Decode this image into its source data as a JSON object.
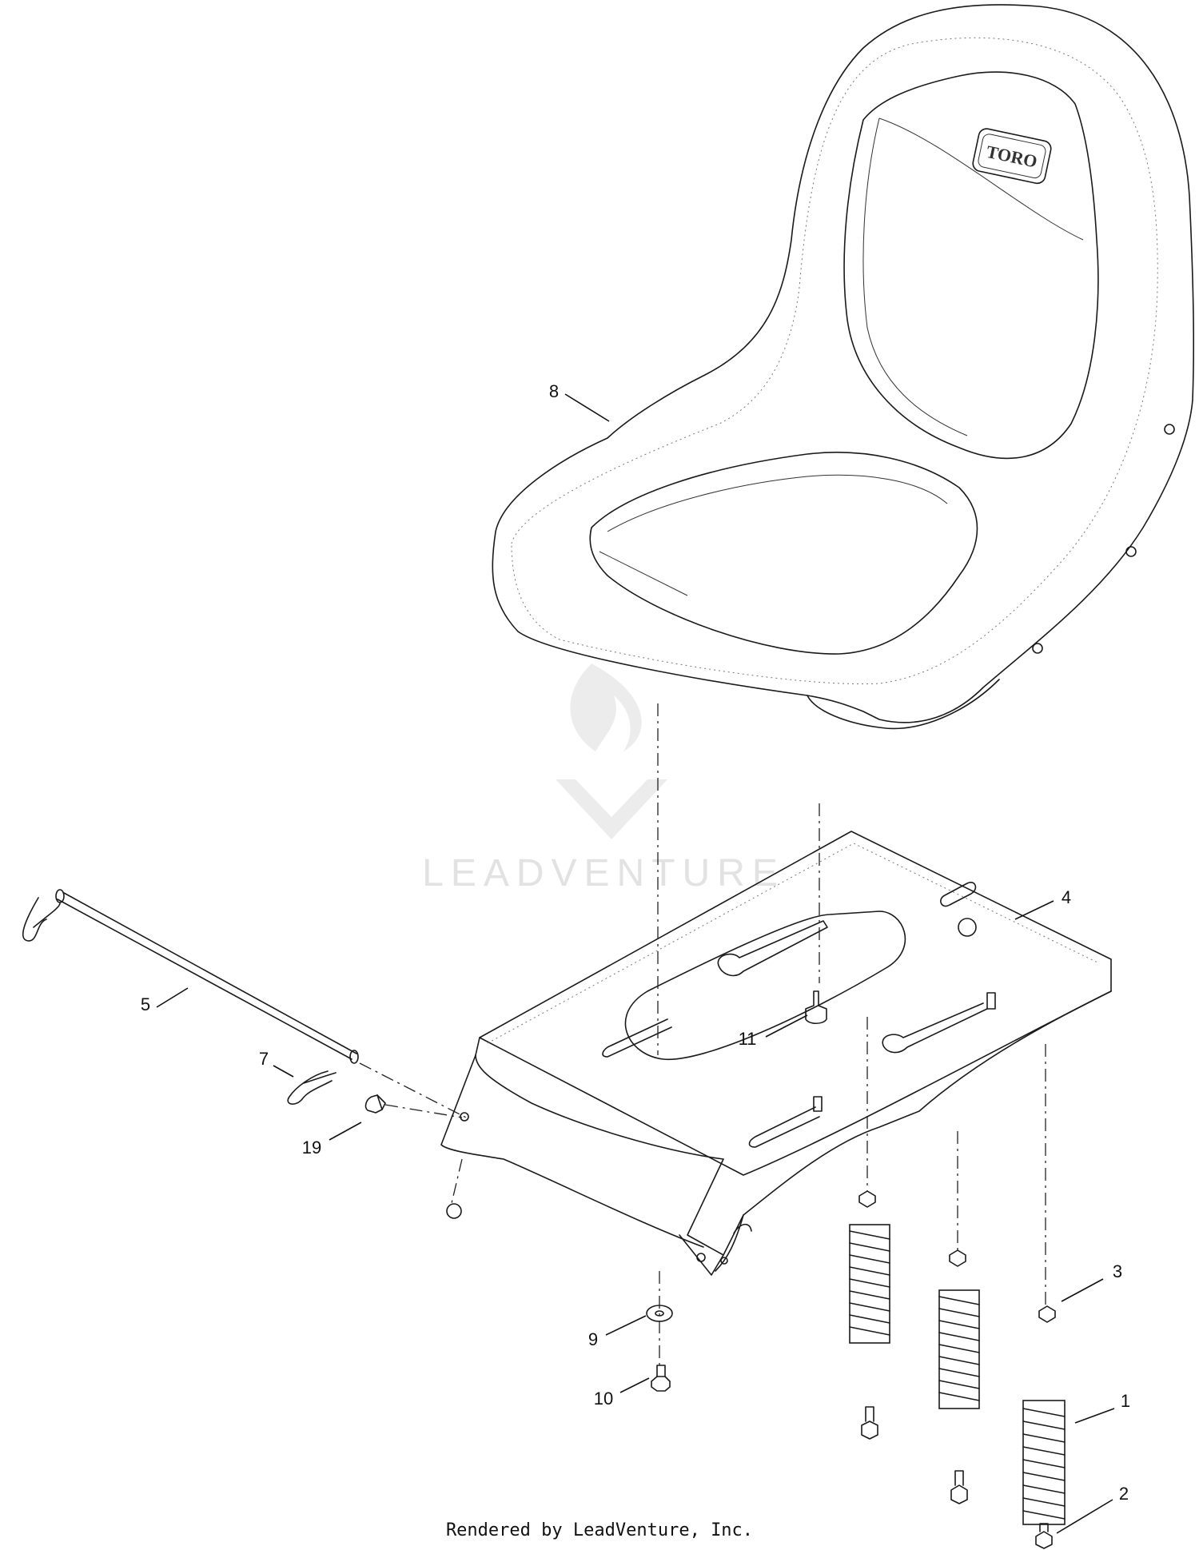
{
  "callouts": [
    {
      "id": "1",
      "label": "1"
    },
    {
      "id": "2",
      "label": "2"
    },
    {
      "id": "3",
      "label": "3"
    },
    {
      "id": "4",
      "label": "4"
    },
    {
      "id": "5",
      "label": "5"
    },
    {
      "id": "7",
      "label": "7"
    },
    {
      "id": "8",
      "label": "8"
    },
    {
      "id": "9",
      "label": "9"
    },
    {
      "id": "10",
      "label": "10"
    },
    {
      "id": "11",
      "label": "11"
    },
    {
      "id": "19",
      "label": "19"
    }
  ],
  "seat_logo": "TORO",
  "watermark": "LEADVENTURE",
  "footer": "Rendered by LeadVenture, Inc."
}
